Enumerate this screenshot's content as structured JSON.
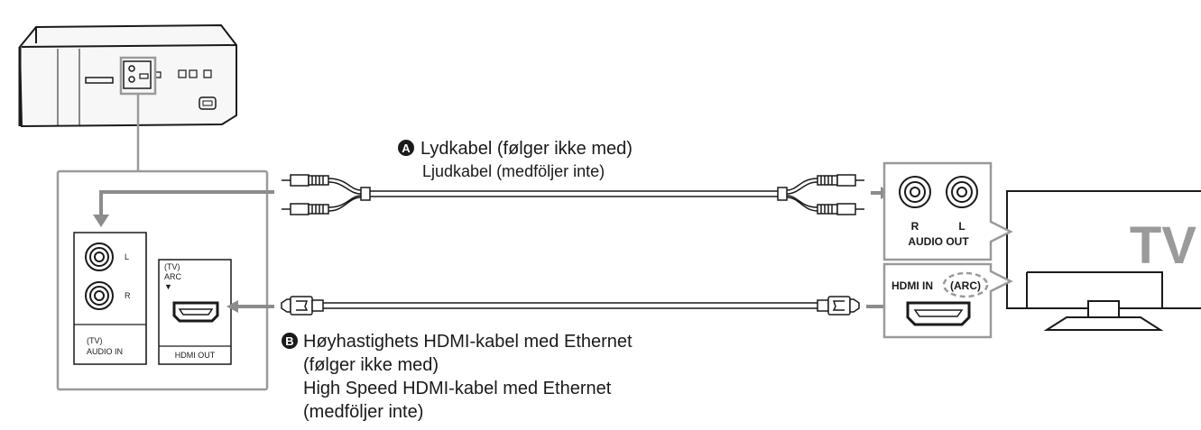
{
  "cable_a": {
    "badge": "A",
    "label_no": "Lydkabel (følger ikke med)",
    "label_sv": "Ljudkabel (medföljer inte)"
  },
  "cable_b": {
    "badge": "B",
    "label_no_line1": "Høyhastighets HDMI-kabel med Ethernet",
    "label_no_line2": "(følger ikke med)",
    "label_sv_line1": "High Speed HDMI-kabel med Ethernet",
    "label_sv_line2": "(medföljer inte)"
  },
  "device_panel": {
    "jack_l": "L",
    "jack_r": "R",
    "audio_in_line1": "(TV)",
    "audio_in_line2": "AUDIO IN",
    "arc_line1": "(TV)",
    "arc_line2": "ARC",
    "arc_arrow": "▼",
    "hdmi_out": "HDMI OUT"
  },
  "tv_panel": {
    "jack_r": "R",
    "jack_l": "L",
    "audio_out": "AUDIO OUT",
    "hdmi_in": "HDMI IN",
    "arc": "(ARC)",
    "tv_label": "TV"
  },
  "colors": {
    "line": "#1a1a1a",
    "panel_border": "#9a9a9a",
    "arrow": "#8c8c8c"
  }
}
